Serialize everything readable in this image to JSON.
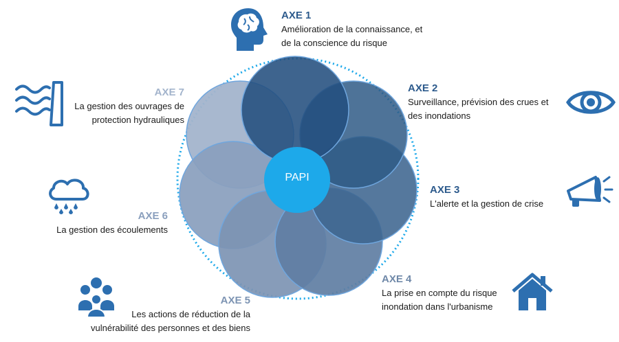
{
  "center": {
    "label": "PAPI"
  },
  "axes": [
    {
      "title": "AXE 1",
      "desc_line1": "Amélioration de la connaissance, et",
      "desc_line2": "de la conscience du risque",
      "icon": "brain-head-icon",
      "color": "#2c5a8c"
    },
    {
      "title": "AXE 2",
      "desc_line1": "Surveillance, prévision des crues et",
      "desc_line2": "des inondations",
      "icon": "eye-icon",
      "color": "#2c5a8c"
    },
    {
      "title": "AXE 3",
      "desc_line1": "L'alerte et la gestion de crise",
      "desc_line2": "",
      "icon": "megaphone-icon",
      "color": "#2c5a8c"
    },
    {
      "title": "AXE 4",
      "desc_line1": "La prise en compte du risque",
      "desc_line2": "inondation dans l'urbanisme",
      "icon": "house-icon",
      "color": "#6f88a8"
    },
    {
      "title": "AXE 5",
      "desc_line1": "Les actions de réduction de la",
      "desc_line2": "vulnérabilité des personnes et des biens",
      "icon": "people-group-icon",
      "color": "#7d94b3"
    },
    {
      "title": "AXE 6",
      "desc_line1": "La gestion des écoulements",
      "desc_line2": "",
      "icon": "rain-cloud-icon",
      "color": "#8a9fbd"
    },
    {
      "title": "AXE 7",
      "desc_line1": "La gestion des ouvrages de",
      "desc_line2": "protection hydrauliques",
      "icon": "dam-waves-icon",
      "color": "#a3b4cc"
    }
  ],
  "colors": {
    "icon": "#2d6fb0",
    "center": "#1da9ea",
    "ring": "#1da9ea"
  }
}
